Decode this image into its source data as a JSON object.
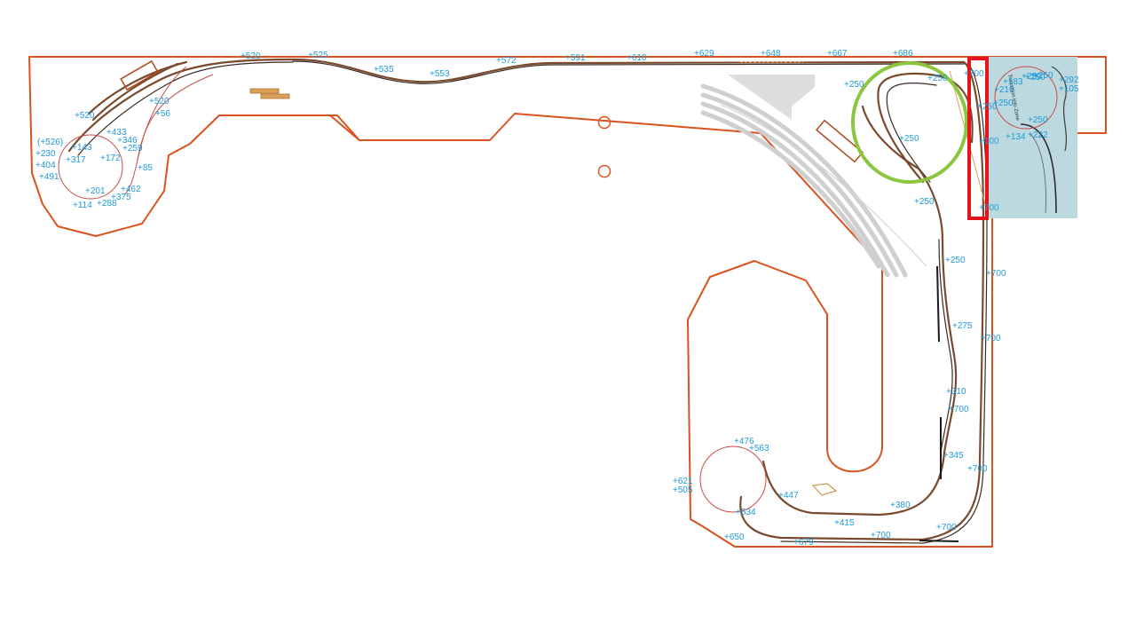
{
  "diagram": {
    "colors": {
      "outline": "#d9531e",
      "track": "#7a4a2e",
      "label": "#1f9ad6",
      "highlight_circle": "#8cc63f",
      "highlight_rect": "#e3141b",
      "inset_background": "#bcd9df"
    },
    "labels": [
      "+520",
      "+525",
      "+535",
      "+553",
      "+572",
      "+591",
      "+610",
      "+629",
      "+648",
      "+667",
      "+686",
      "+700",
      "+520",
      "+56",
      "+520",
      "+433",
      "+346",
      "+259",
      "(+526)",
      "+143",
      "+230",
      "+317",
      "+172",
      "+404",
      "+85",
      "+491",
      "+201",
      "+462",
      "+375",
      "+114",
      "+288",
      "+250",
      "+250",
      "+250",
      "+250",
      "+250",
      "+250",
      "+250",
      "+250",
      "+250",
      "+700",
      "+700",
      "+275",
      "+700",
      "+310",
      "+700",
      "+345",
      "+700",
      "+380",
      "+415",
      "+700",
      "+700",
      "+476",
      "+563",
      "+621",
      "+505",
      "+447",
      "+534",
      "+650",
      "+679",
      "+183",
      "+210",
      "+292",
      "+105",
      "+250",
      "+250",
      "+134",
      "+222",
      "+100"
    ],
    "inset_caption": "Transition into Zone"
  }
}
